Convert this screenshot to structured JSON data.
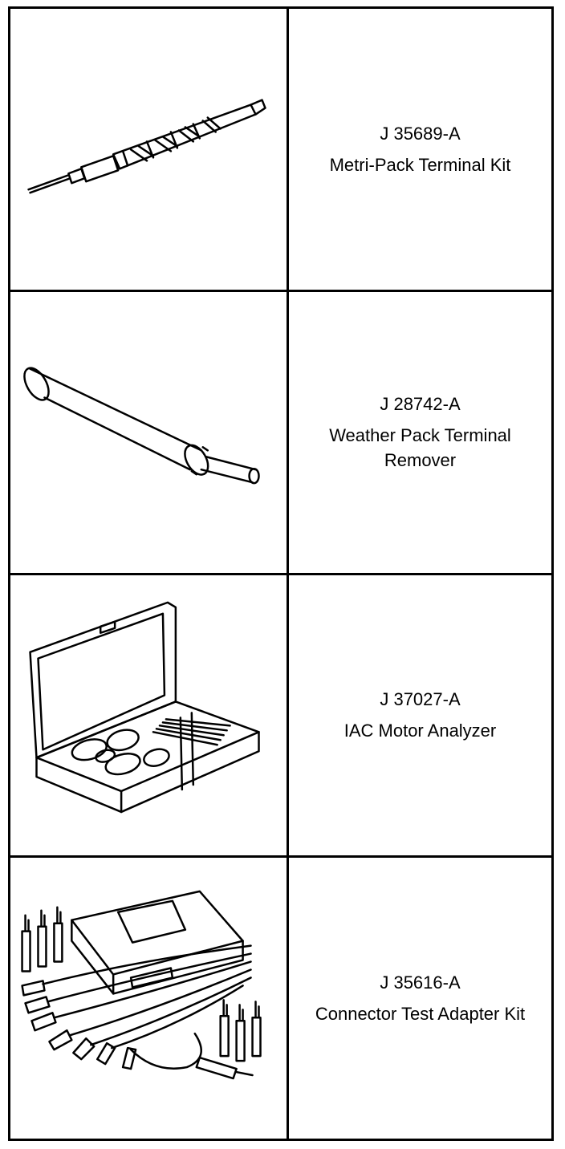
{
  "tools": [
    {
      "number": "J 35689-A",
      "name": "Metri-Pack Terminal Kit",
      "icon": "terminal-pick-icon"
    },
    {
      "number": "J 28742-A",
      "name": "Weather Pack Terminal Remover",
      "icon": "terminal-remover-icon"
    },
    {
      "number": "J 37027-A",
      "name": "IAC Motor Analyzer",
      "icon": "analyzer-case-icon"
    },
    {
      "number": "J 35616-A",
      "name": "Connector Test Adapter Kit",
      "icon": "adapter-kit-icon"
    }
  ]
}
